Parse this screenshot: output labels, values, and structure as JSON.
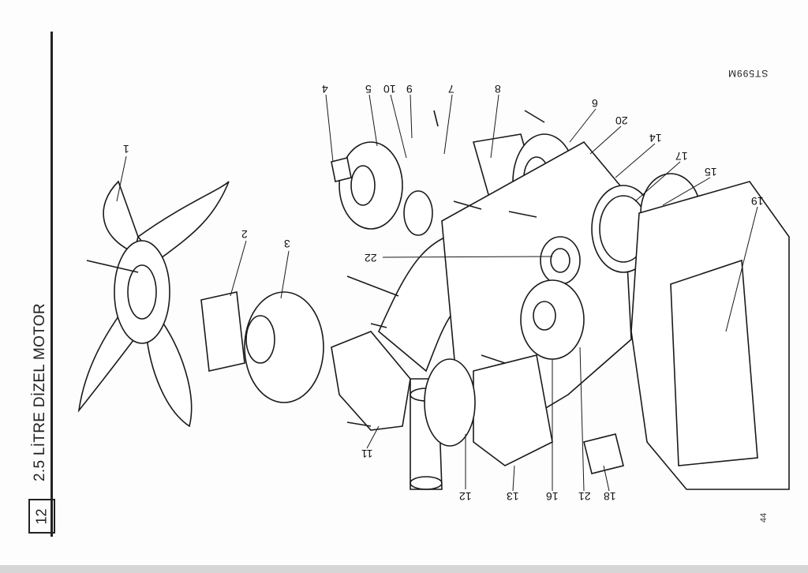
{
  "page": {
    "chapter_number": "12",
    "section_title": "2.5 LİTRE DİZEL MOTOR",
    "page_number": "44",
    "figure_code": "ST599M"
  },
  "callouts": [
    "1",
    "2",
    "3",
    "4",
    "5",
    "10",
    "9",
    "7",
    "8",
    "6",
    "20",
    "14",
    "17",
    "15",
    "19",
    "22",
    "11",
    "12",
    "13",
    "16",
    "21",
    "18"
  ]
}
